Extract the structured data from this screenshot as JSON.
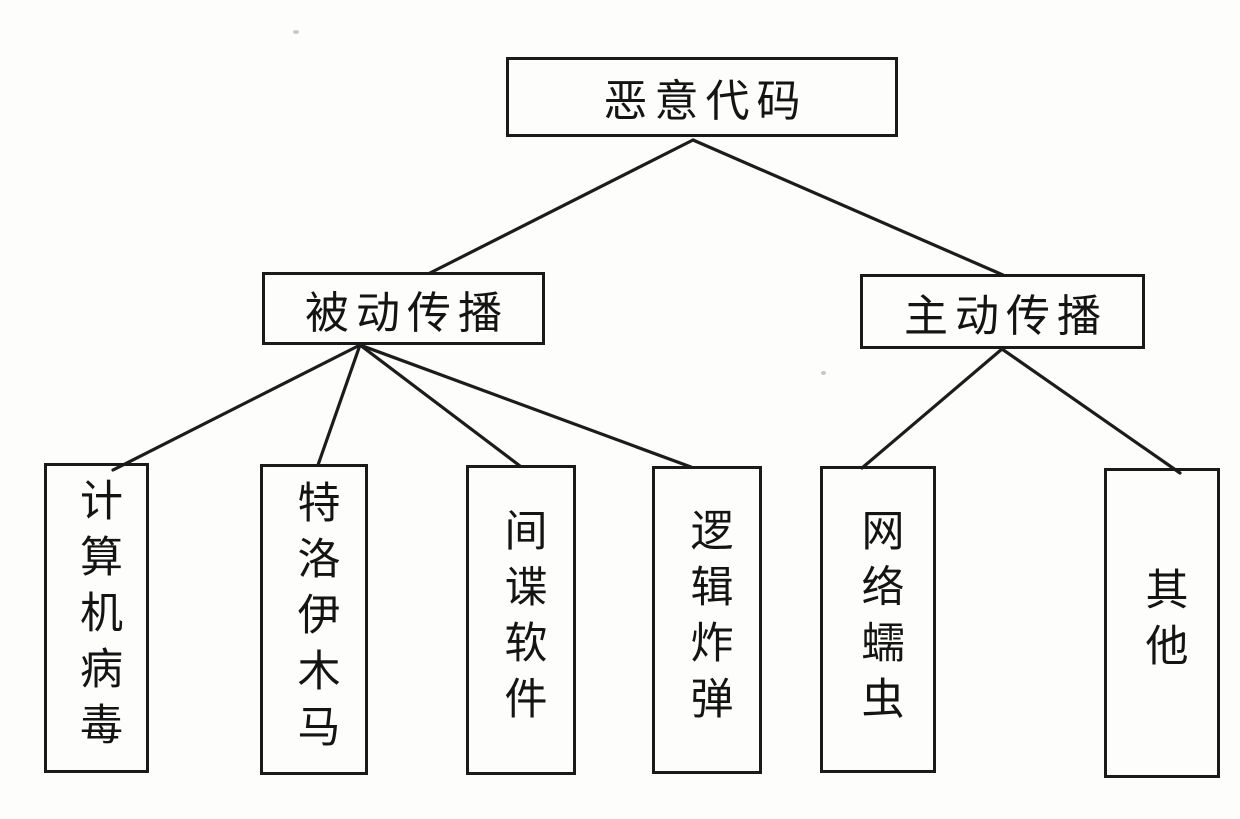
{
  "diagram": {
    "type": "tree",
    "language": "zh-CN",
    "background_color": "#fdfdfb",
    "line_color": "#1c1c1c",
    "box_border_color": "#1a1a1a",
    "text_color": "#141414",
    "nodes": {
      "root": {
        "label": "恶意代码",
        "orientation": "horizontal",
        "level": 1
      },
      "passive": {
        "label": "被动传播",
        "orientation": "horizontal",
        "level": 2
      },
      "active": {
        "label": "主动传播",
        "orientation": "horizontal",
        "level": 2
      },
      "virus": {
        "label": "计算机病毒",
        "orientation": "vertical",
        "level": 3
      },
      "trojan": {
        "label": "特洛伊木马",
        "orientation": "vertical",
        "level": 3
      },
      "spyware": {
        "label": "间谍软件",
        "orientation": "vertical",
        "level": 3
      },
      "logicbomb": {
        "label": "逻辑炸弹",
        "orientation": "vertical",
        "level": 3
      },
      "worm": {
        "label": "网络蠕虫",
        "orientation": "vertical",
        "level": 3
      },
      "other": {
        "label": "其他",
        "orientation": "vertical",
        "level": 3
      }
    },
    "edges": [
      {
        "from": "root",
        "to": "passive"
      },
      {
        "from": "root",
        "to": "active"
      },
      {
        "from": "passive",
        "to": "virus"
      },
      {
        "from": "passive",
        "to": "trojan"
      },
      {
        "from": "passive",
        "to": "spyware"
      },
      {
        "from": "passive",
        "to": "logicbomb"
      },
      {
        "from": "active",
        "to": "worm"
      },
      {
        "from": "active",
        "to": "other"
      }
    ]
  }
}
